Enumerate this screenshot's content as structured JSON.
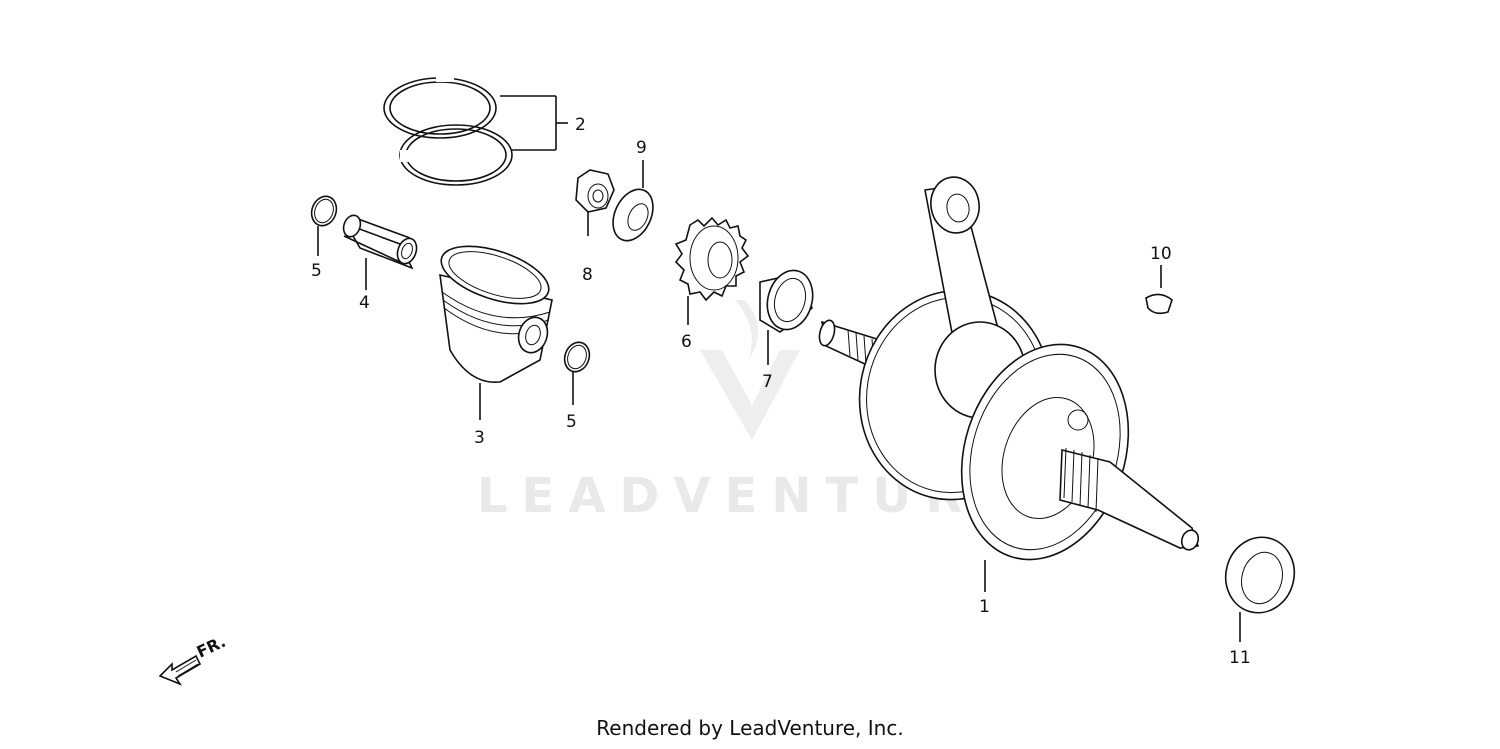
{
  "watermark": {
    "text": "LEADVENTURE"
  },
  "direction_marker": {
    "label": "FR."
  },
  "callouts": {
    "c1": "1",
    "c2": "2",
    "c3": "3",
    "c4": "4",
    "c5a": "5",
    "c5b": "5",
    "c6": "6",
    "c7": "7",
    "c8": "8",
    "c9": "9",
    "c10": "10",
    "c11": "11"
  },
  "footer": {
    "text": "Rendered by LeadVenture, Inc."
  }
}
